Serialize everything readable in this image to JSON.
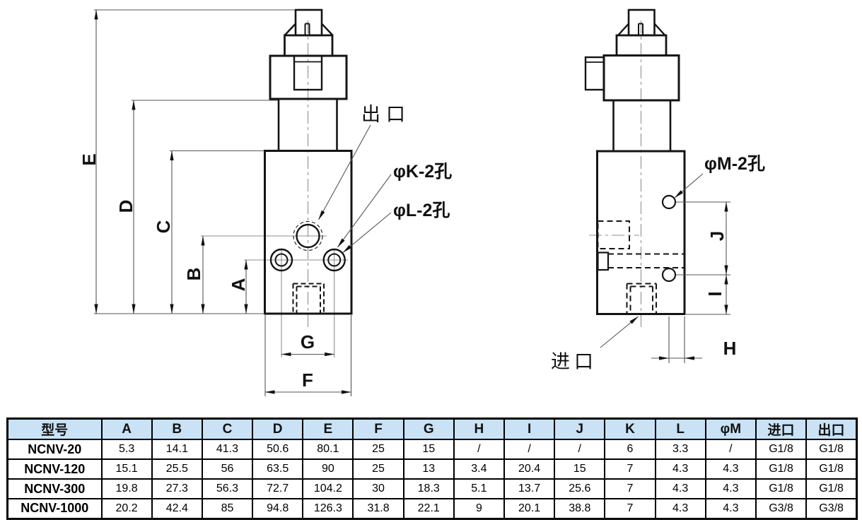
{
  "drawing": {
    "front_view": {
      "outlet_label": "出口",
      "hole_k_label": "φK-2孔",
      "hole_l_label": "φL-2孔",
      "dim_labels": {
        "A": "A",
        "B": "B",
        "C": "C",
        "D": "D",
        "E": "E",
        "F": "F",
        "G": "G"
      }
    },
    "side_view": {
      "inlet_label": "进口",
      "hole_m_label": "φM-2孔",
      "dim_labels": {
        "H": "H",
        "I": "I",
        "J": "J"
      }
    }
  },
  "table": {
    "header_bg": "#c9e2f5",
    "headers": [
      "型号",
      "A",
      "B",
      "C",
      "D",
      "E",
      "F",
      "G",
      "H",
      "I",
      "J",
      "K",
      "L",
      "φM",
      "进口",
      "出口"
    ],
    "rows": [
      {
        "model": "NCNV-20",
        "values": [
          "5.3",
          "14.1",
          "41.3",
          "50.6",
          "80.1",
          "25",
          "15",
          "/",
          "/",
          "/",
          "6",
          "3.3",
          "/",
          "G1/8",
          "G1/8"
        ]
      },
      {
        "model": "NCNV-120",
        "values": [
          "15.1",
          "25.5",
          "56",
          "63.5",
          "90",
          "25",
          "13",
          "3.4",
          "20.4",
          "15",
          "7",
          "4.3",
          "4.3",
          "G1/8",
          "G1/8"
        ]
      },
      {
        "model": "NCNV-300",
        "values": [
          "19.8",
          "27.3",
          "56.3",
          "72.7",
          "104.2",
          "30",
          "18.3",
          "5.1",
          "13.7",
          "25.6",
          "7",
          "4.3",
          "4.3",
          "G1/8",
          "G1/8"
        ]
      },
      {
        "model": "NCNV-1000",
        "values": [
          "20.2",
          "42.4",
          "85",
          "94.8",
          "126.3",
          "31.8",
          "22.1",
          "9",
          "20.1",
          "38.8",
          "7",
          "4.3",
          "4.3",
          "G3/8",
          "G3/8"
        ]
      }
    ]
  }
}
